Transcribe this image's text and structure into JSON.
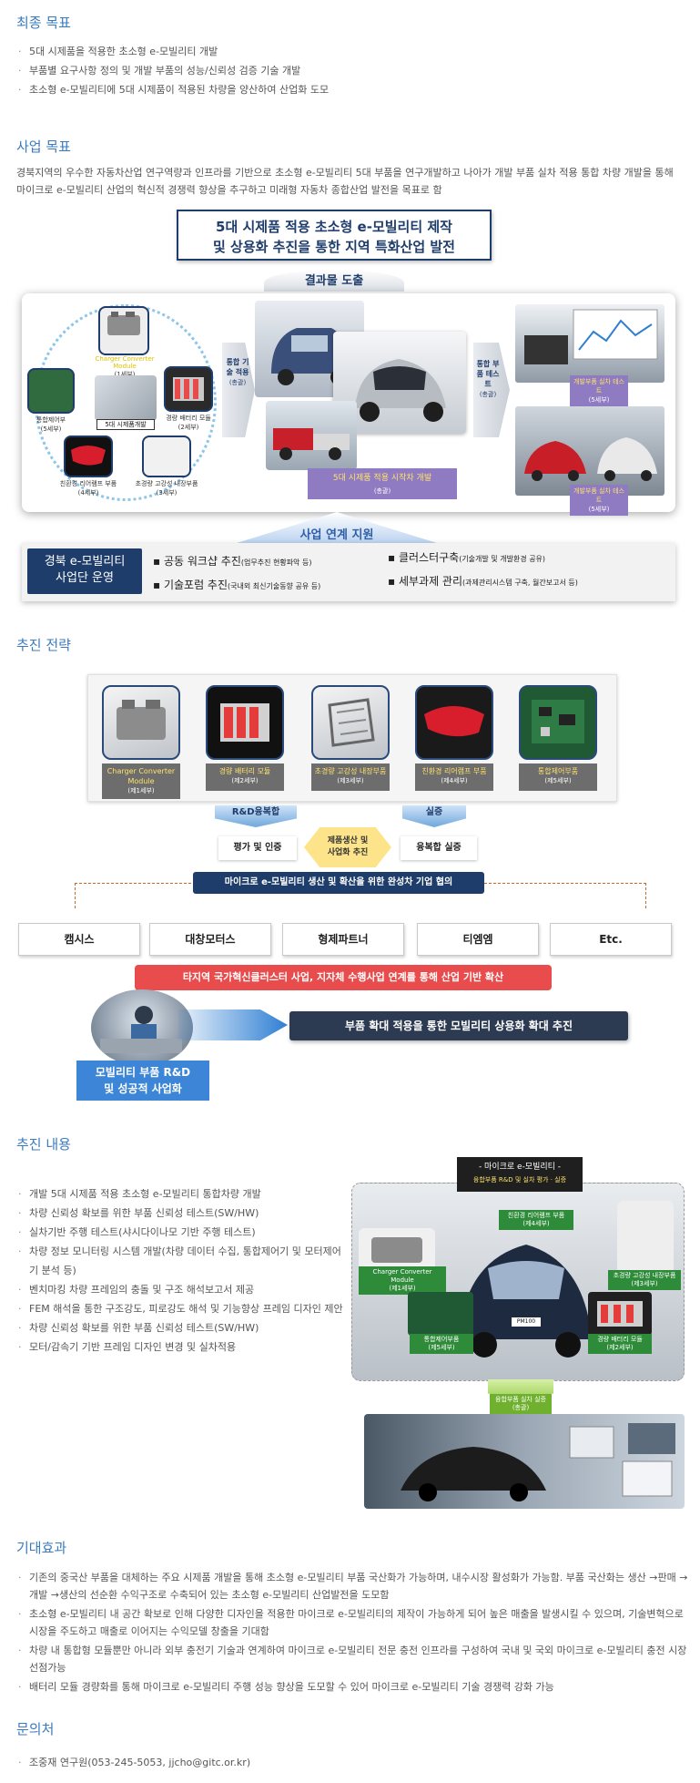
{
  "sections": {
    "final_goal": {
      "title": "최종 목표",
      "items": [
        "5대 시제품을 적용한 초소형 e-모빌리티 개발",
        "부품별 요구사항 정의 및 개발 부품의 성능/신뢰성 검증 기술 개발",
        "초소형 e-모빌리티에 5대 시제품이 적용된 차량을 양산하여 산업화 도모"
      ]
    },
    "business_goal": {
      "title": "사업 목표",
      "description": "경북지역의 우수한 자동차산업 연구역량과 인프라를 기반으로 초소형 e-모빌리티 5대 부품을 연구개발하고 나아가 개발 부품 실차 적용 통합 차량 개발을 통해 마이크로 e-모빌리티 산업의 혁신적 경쟁력 향상을 추구하고 미래형 자동차 종합산업 발전을 목표로 함",
      "diagram": {
        "headline_line1": "5대 시제품 적용 초소형 e-모빌리티 제작",
        "headline_line2": "및 상용화 추진을 통한 지역 특화산업 발전",
        "result_label": "결과물 도출",
        "components": [
          {
            "name": "Charger Converter Module",
            "sub": "(1세부)"
          },
          {
            "name": "통합제어부",
            "sub": "(5세부)"
          },
          {
            "name": "경량 배터리 모듈",
            "sub": "(2세부)"
          },
          {
            "name": "5대 시제품개발",
            "sub": ""
          },
          {
            "name": "친환경 리어램프 부품",
            "sub": "(4세부)"
          },
          {
            "name": "초경량 고강성 내장부품",
            "sub": "(3세부)"
          }
        ],
        "left_arrow_text": "통합 기술 적용",
        "left_arrow_sub": "(총괄)",
        "center_label": "5대 시제품 적용 시작차 개발",
        "center_sub": "(총괄)",
        "right_arrow_text": "통합 부품 테스트",
        "right_arrow_sub": "(총괄)",
        "right_top_label": "개발부품 실차 테스트",
        "right_top_sub": "(5세부)",
        "right_bottom_label": "개발부품 실차 테스트",
        "right_bottom_sub": "(5세부)",
        "support_label": "사업 연계 지원",
        "operation_label_line1": "경북 e-모빌리티",
        "operation_label_line2": "사업단 운영",
        "support_items": [
          {
            "main": "공동 워크샵 추진",
            "detail": "(업무추진 현황파악 등)"
          },
          {
            "main": "기술포럼 추진",
            "detail": "(국내외 최신기술동향 공유 등)"
          },
          {
            "main": "클러스터구축",
            "detail": "(기술개발 및 개발환경 공유)"
          },
          {
            "main": "세부과제 관리",
            "detail": "(과제관리시스템 구축, 월간보고서 등)"
          }
        ]
      }
    },
    "strategy": {
      "title": "추진 전략",
      "parts": [
        {
          "name": "Charger Converter Module",
          "sub": "(제1세부)"
        },
        {
          "name": "경량 배터리 모듈",
          "sub": "(제2세부)"
        },
        {
          "name": "초경량 고강성 내장부품",
          "sub": "(제3세부)"
        },
        {
          "name": "친환경 리어램프 부품",
          "sub": "(제4세부)"
        },
        {
          "name": "통합제어부품",
          "sub": "(제5세부)"
        }
      ],
      "rd_label": "R&D융복합",
      "test_label": "실증",
      "eval_label": "평가 및 인증",
      "production_label_line1": "제품생산 및",
      "production_label_line2": "사업화 추진",
      "convergence_label": "융복합 실증",
      "consultation_label": "마이크로 e-모빌리티 생산 및 확산을 위한 완성차 기업 협의",
      "companies": [
        "캠시스",
        "대창모터스",
        "형제파트너",
        "티엠엠",
        "Etc."
      ],
      "expansion_label": "타지역 국가혁신클러스터 사업, 지자체 수행사업 연계를 통해 산업 기반 확산",
      "commercial_label": "부품 확대 적용을 통한 모빌리티 상용화 확대 추진",
      "rd_business_line1": "모빌리티 부품 R&D",
      "rd_business_line2": "및 성공적 사업화"
    },
    "content": {
      "title": "추진 내용",
      "items": [
        "개발 5대 시제품 적용 초소형 e-모빌리티 통합차량 개발",
        "차량 신뢰성 확보를 위한 부품 신뢰성 테스트(SW/HW)",
        "실차기반 주행 테스트(샤시다이나모 기반 주행 테스트)",
        "차량 정보 모니터링 시스템 개발(차량 데이터 수집, 통합제어기 및 모터제어기 분석 등)",
        "벤치마킹 차량 프레임의 충돌 및 구조 해석보고서 제공",
        "FEM 해석을 통한 구조강도, 피로강도 해석 및 기능향상 프레임 디자인 제안",
        "차량 신뢰성 확보를 위한 부품 신뢰성 테스트(SW/HW)",
        "모터/감속기 기반 프레임 디자인 변경 및 실차적용"
      ],
      "figure": {
        "title": "- 마이크로 e-모빌리티 -",
        "subtitle": "융합부품 R&D 및 실차 평가 · 실증",
        "labels": [
          "친환경 리어램프 부품",
          "Charger Converter Module",
          "초경량 고강성 내장부품",
          "통합제어부품",
          "경량 배터리 모듈"
        ],
        "subs": [
          "(제4세부)",
          "(제1세부)",
          "(제3세부)",
          "(제5세부)",
          "(제2세부)"
        ],
        "bottom_label_line1": "융합부품 실차 실증",
        "bottom_label_line2": "(총괄)",
        "car_plate": "PM100"
      }
    },
    "effects": {
      "title": "기대효과",
      "items": [
        "기존의 중국산 부품을 대체하는 주요 시제품 개발을 통해 초소형 e-모빌리티 부품 국산화가 가능하며, 내수시장 활성화가 가능함. 부품 국산화는 생산 →판매 →개발 →생산의 선순환 수익구조로 수축되어 있는 초소형 e-모빌리티 산업발전을 도모함",
        "초소형 e-모빌리티 내 공간 확보로 인해 다양한 디자인을 적용한 마이크로 e-모빌리티의 제작이 가능하게 되어 높은 매출을 발생시킬 수 있으며, 기술변혁으로 시장을 주도하고 매출로 이어지는 수익모델 창출을 기대함",
        "차량 내 통합형 모듈뿐만 아니라 외부 충전기 기술과 연계하여 마이크로 e-모빌리티 전문 충전 인프라를 구성하여 국내 및 국외 마이크로 e-모빌리티 충전 시장 선점가능",
        "배터리 모듈 경량화를 통해 마이크로 e-모빌리티 주행 성능 향상을 도모할 수 있어 마이크로 e-모빌리티 기술 경쟁력 강화 가능"
      ]
    },
    "contact": {
      "title": "문의처",
      "items": [
        "조중재 연구원(053-245-5053, jjcho@gitc.or.kr)"
      ]
    }
  },
  "colors": {
    "section_title": "#3b7bbf",
    "navy": "#1f3d6b",
    "purple": "#8e7bc2",
    "yellow": "#ffe26a",
    "red": "#e84c4c",
    "blue": "#2f7fd3",
    "green": "#2e8b3a"
  },
  "icons": [
    "right-arrow-icon",
    "down-arrow-icon",
    "double-arrow-icon"
  ]
}
